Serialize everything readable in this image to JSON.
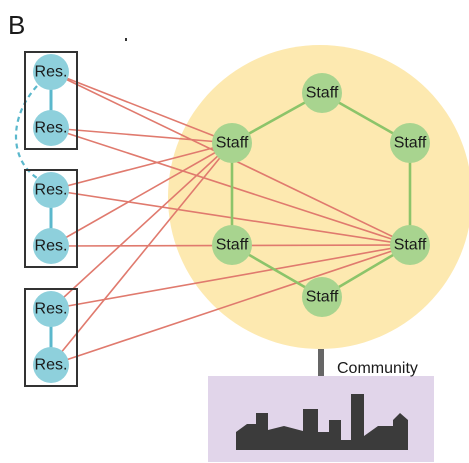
{
  "panel": {
    "label": "B"
  },
  "colors": {
    "staff_zone": "#fde9b0",
    "staff_node": "#a8d48f",
    "staff_edge": "#8cc46a",
    "resident_node": "#8ed0dc",
    "resident_edge": "#5bb8cc",
    "cross_edge": "#e07a6e",
    "household_box": "#333333",
    "community_box": "#e1d5ea",
    "skyline": "#3b3b3b",
    "connector": "#666666"
  },
  "households": [
    {
      "residents": [
        "Res.",
        "Res."
      ]
    },
    {
      "residents": [
        "Res.",
        "Res."
      ]
    },
    {
      "residents": [
        "Res.",
        "Res."
      ]
    }
  ],
  "staff": [
    "Staff",
    "Staff",
    "Staff",
    "Staff",
    "Staff",
    "Staff"
  ],
  "community": {
    "label": "Community",
    "icon": "city-skyline-icon"
  },
  "relations": {
    "staff_ring": "hexagon",
    "residents_contact_staff": [
      1,
      4
    ],
    "household_link": "household-1 to household-2 (dashed)"
  }
}
